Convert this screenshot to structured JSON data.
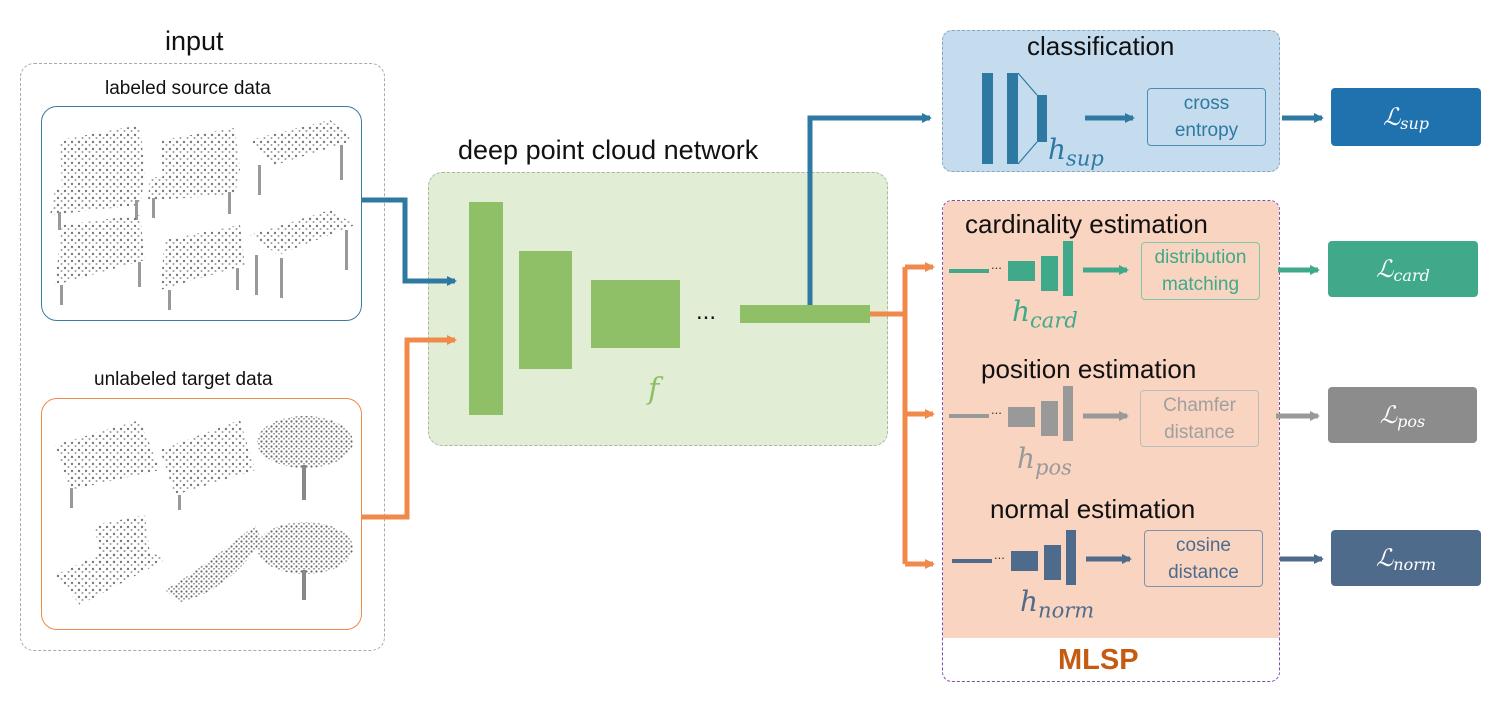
{
  "input": {
    "title": "input",
    "labeled_label": "labeled source data",
    "unlabeled_label": "unlabeled target data"
  },
  "network": {
    "title": "deep point cloud network",
    "ellipsis": "...",
    "feature_symbol": "f"
  },
  "classification": {
    "title": "classification",
    "head_symbol": "h",
    "head_sub": "sup",
    "loss_box_line1": "cross",
    "loss_box_line2": "entropy",
    "loss_symbol": "ℒ",
    "loss_sub": "sup"
  },
  "mlsp": {
    "label": "MLSP",
    "tasks": [
      {
        "title": "cardinality estimation",
        "head_symbol": "h",
        "head_sub": "card",
        "loss_box_line1": "distribution",
        "loss_box_line2": "matching",
        "loss_symbol": "ℒ",
        "loss_sub": "card"
      },
      {
        "title": "position estimation",
        "head_symbol": "h",
        "head_sub": "pos",
        "loss_box_line1": "Chamfer",
        "loss_box_line2": "distance",
        "loss_symbol": "ℒ",
        "loss_sub": "pos"
      },
      {
        "title": "normal estimation",
        "head_symbol": "h",
        "head_sub": "norm",
        "loss_box_line1": "cosine",
        "loss_box_line2": "distance",
        "loss_symbol": "ℒ",
        "loss_sub": "norm"
      }
    ]
  },
  "colors": {
    "blue": "#2e79a2",
    "orange": "#f08a4b",
    "green": "#8fbf67",
    "teal": "#3fa98a",
    "gray": "#999999",
    "slate": "#4f6b8c",
    "mlsp_text": "#c55a11",
    "loss_sup": "#2072ae",
    "loss_card": "#3fa98a",
    "loss_pos": "#8c8c8c",
    "loss_norm": "#4f6b8c"
  }
}
